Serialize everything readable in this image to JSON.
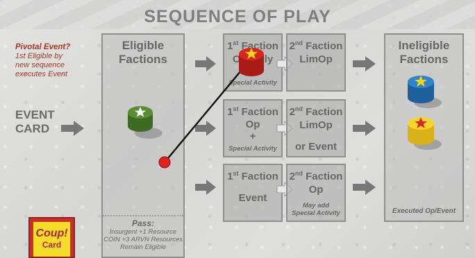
{
  "title": "SEQUENCE OF PLAY",
  "pivotal": {
    "heading": "Pivotal Event?",
    "line1": "1st Eligible by",
    "line2": "new sequence",
    "line3": "executes Event"
  },
  "event_card": {
    "line1": "EVENT",
    "line2": "CARD"
  },
  "eligible": {
    "title1": "Eligible",
    "title2": "Factions",
    "pass_heading": "Pass:",
    "pass_line1": "Insurgent +1 Resource",
    "pass_line2": "COIN +3 ARVN Resources",
    "pass_line3": "Remain Eligible"
  },
  "rows": [
    {
      "first": {
        "num": "1",
        "sup": "st",
        "word": "Faction",
        "line2": "Op Only",
        "sub": "Special Activity"
      },
      "second": {
        "num": "2",
        "sup": "nd",
        "word": "Faction",
        "line2": "LimOp"
      }
    },
    {
      "first": {
        "num": "1",
        "sup": "st",
        "word": "Faction",
        "line2": "Op",
        "line3": "+",
        "sub": "Special Activity"
      },
      "second": {
        "num": "2",
        "sup": "nd",
        "word": "Faction",
        "line2": "LimOp",
        "line3": "or Event"
      }
    },
    {
      "first": {
        "num": "1",
        "sup": "st",
        "word": "Faction",
        "line2": "Event"
      },
      "second": {
        "num": "2",
        "sup": "nd",
        "word": "Faction",
        "line2": "Op",
        "sub1": "May add",
        "sub2": "Special Activity"
      }
    }
  ],
  "ineligible": {
    "title1": "Ineligible",
    "title2": "Factions",
    "footer": "Executed Op/Event"
  },
  "coup": {
    "line1": "Coup!",
    "line2": "Card"
  },
  "colors": {
    "pivotal_text": "#a43a2a",
    "token_green": "#4d7a2e",
    "token_red": "#c8231f",
    "token_blue": "#2a74b8",
    "token_yellow": "#f2d22a",
    "marker_red": "#e0231f"
  },
  "pieces": [
    {
      "name": "green-faction-cylinder",
      "location": "Eligible Factions"
    },
    {
      "name": "red-faction-cylinder",
      "location": "1st Faction Op Only"
    },
    {
      "name": "blue-faction-cylinder",
      "location": "Ineligible Factions"
    },
    {
      "name": "yellow-faction-cylinder",
      "location": "Ineligible Factions"
    }
  ]
}
